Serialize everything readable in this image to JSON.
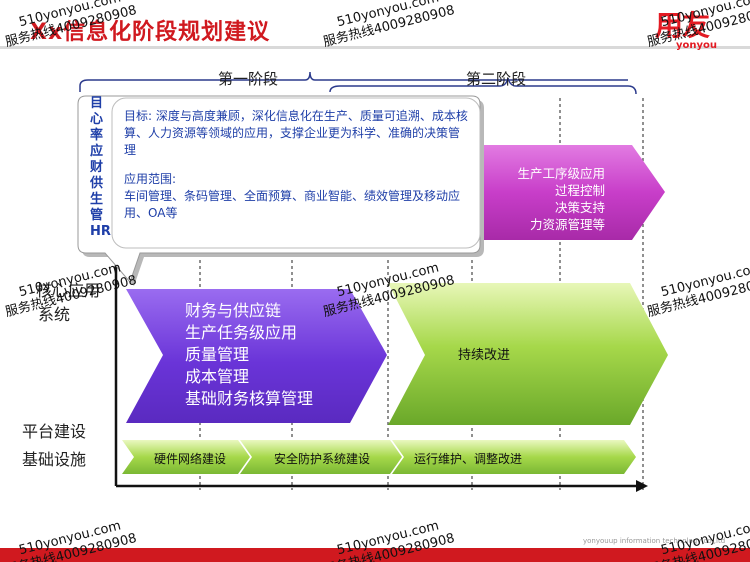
{
  "header": {
    "title": "Xx信息化阶段规划建议",
    "logo_cn": "用友",
    "logo_en": "yonyou"
  },
  "phases": {
    "phase1": "第一阶段",
    "phase2": "第二阶段"
  },
  "left_column_text": "目心率应财供生管HR",
  "callout": {
    "goal": "目标: 深度与高度兼顾，深化信息化在生产、质量可追溯、成本核算、人力资源等领域的应用，支撑企业更为科学、准确的决策管理",
    "scope_title": "应用范围:",
    "scope": "车间管理、条码管理、全面预算、商业智能、绩效管理及移动应用、OA等"
  },
  "pink_arrow": {
    "lines": [
      "生产工序级应用",
      "过程控制",
      "决策支持",
      "力资源管理等"
    ]
  },
  "rows": {
    "app_system_line1": "核心应用",
    "app_system_line2": "系统",
    "platform": "平台建设",
    "infrastructure": "基础设施"
  },
  "purple_arrow": {
    "lines": [
      "财务与供应链",
      "生产任务级应用",
      "质量管理",
      "成本管理",
      "基础财务核算管理"
    ]
  },
  "green_big_arrow": {
    "label": "持续改进"
  },
  "infra_arrows": {
    "a1": "硬件网络建设",
    "a2": "安全防护系统建设",
    "a3": "运行维护、调整改进"
  },
  "footer": "yonyouup information technology co.,ltd",
  "watermarks": {
    "site": "510yonyou.com",
    "hotline": "服务热线4009280908"
  },
  "colors": {
    "title_red": "#d0191f",
    "purple": "#7b3fe0",
    "pink": "#d14fd2",
    "green": "#8ec63f",
    "callout_text": "#1f3fa8"
  }
}
